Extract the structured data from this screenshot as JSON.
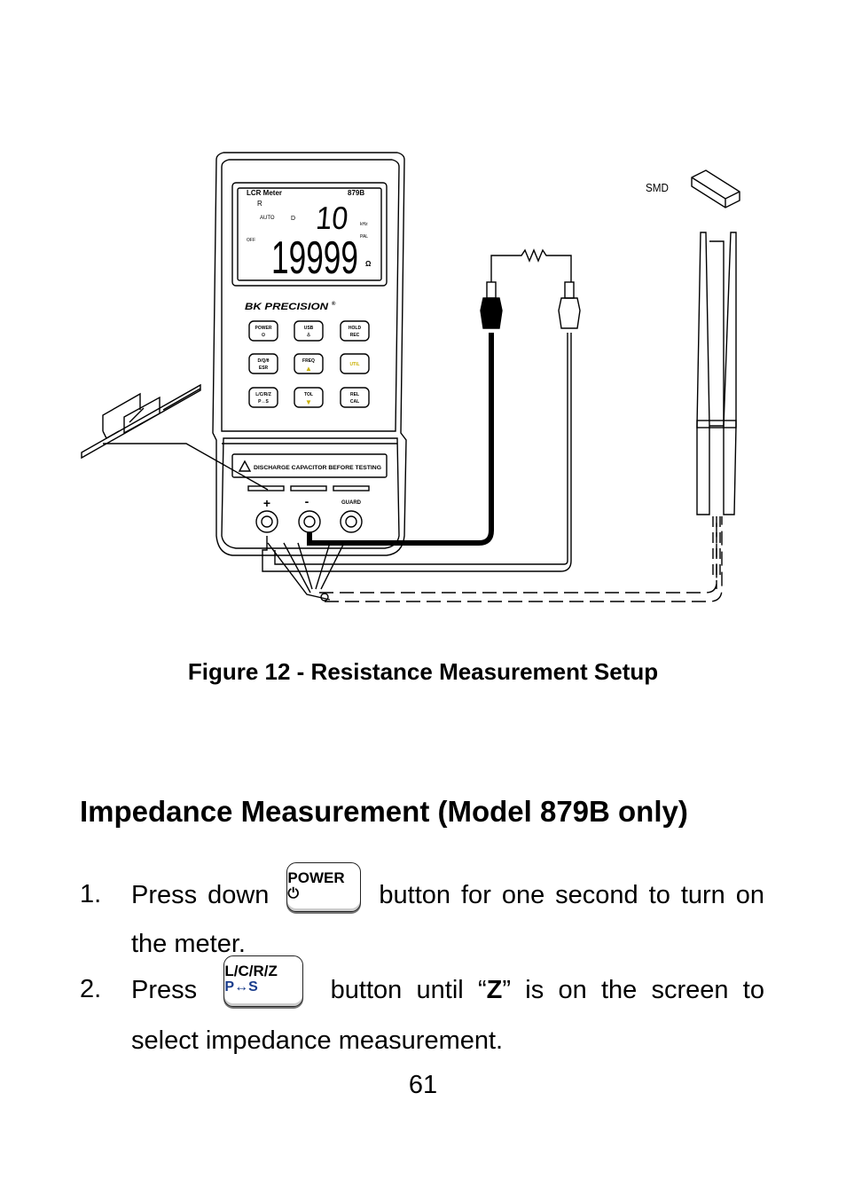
{
  "figure": {
    "meter": {
      "model_label": "LCR Meter",
      "model_number": "879B",
      "mode_indicator": "R",
      "auto_label": "AUTO",
      "secondary_label": "D",
      "secondary_value": "10",
      "freq_unit": "kHz",
      "par_label": "PAL",
      "off_label": "OFF",
      "primary_value": "19999",
      "unit": "Ω",
      "brand": "BK PRECISION",
      "keys": [
        {
          "top": "POWER",
          "bottom": "⏻"
        },
        {
          "top": "USB",
          "bottom": "⏃"
        },
        {
          "top": "HOLD",
          "bottom": "REC"
        },
        {
          "top": "D/Q/θ",
          "bottom": "ESR"
        },
        {
          "top": "FREQ",
          "bottom": "▲"
        },
        {
          "top": "UTIL",
          "bottom": ""
        },
        {
          "top": "L/C/R/Z",
          "bottom": "P↔S"
        },
        {
          "top": "TOL",
          "bottom": "▼"
        },
        {
          "top": "REL",
          "bottom": "CAL"
        }
      ],
      "warning": "DISCHARGE CAPACITOR BEFORE TESTING",
      "terminal_plus": "+",
      "terminal_minus": "-",
      "terminal_guard": "GUARD"
    },
    "smd_label": "SMD",
    "colors": {
      "line": "#000000",
      "util_key": "#c9b000",
      "arrow_key": "#c9b000"
    }
  },
  "caption": "Figure 12 - Resistance Measurement Setup",
  "heading": "Impedance Measurement (Model 879B only)",
  "steps": [
    {
      "number": "1.",
      "before": "Press down",
      "key_top": "POWER",
      "key_bottom": "⏻",
      "after": "button for one second to turn on the meter."
    },
    {
      "number": "2.",
      "before": "Press",
      "key_top": "L/C/R/Z",
      "key_bottom": "P↔S",
      "after_a": "button until “",
      "after_bold": "Z",
      "after_b": "” is on the screen to select impedance measurement."
    }
  ],
  "page_number": "61"
}
